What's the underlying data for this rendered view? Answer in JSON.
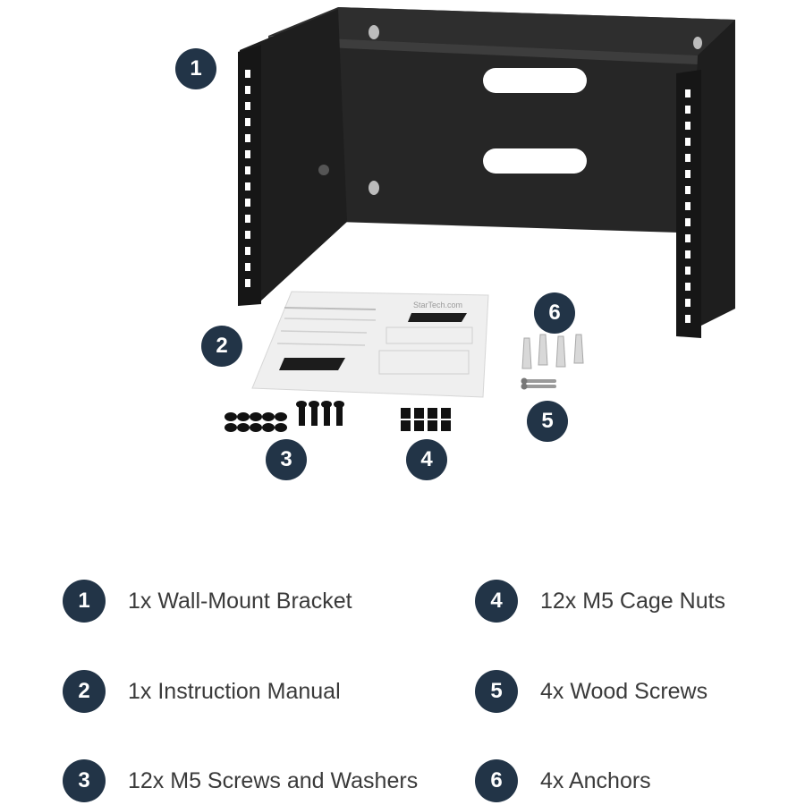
{
  "parts": [
    {
      "number": "1",
      "label": "1x Wall-Mount Bracket"
    },
    {
      "number": "2",
      "label": "1x Instruction Manual"
    },
    {
      "number": "3",
      "label": "12x M5 Screws and Washers"
    },
    {
      "number": "4",
      "label": "12x M5 Cage Nuts"
    },
    {
      "number": "5",
      "label": "4x Wood Screws"
    },
    {
      "number": "6",
      "label": "4x Anchors"
    }
  ],
  "manual": {
    "brand": "StarTech.com"
  },
  "colors": {
    "badge": "#223447",
    "bracket": "#1c1c1c",
    "label_text": "#3a3a3a"
  }
}
